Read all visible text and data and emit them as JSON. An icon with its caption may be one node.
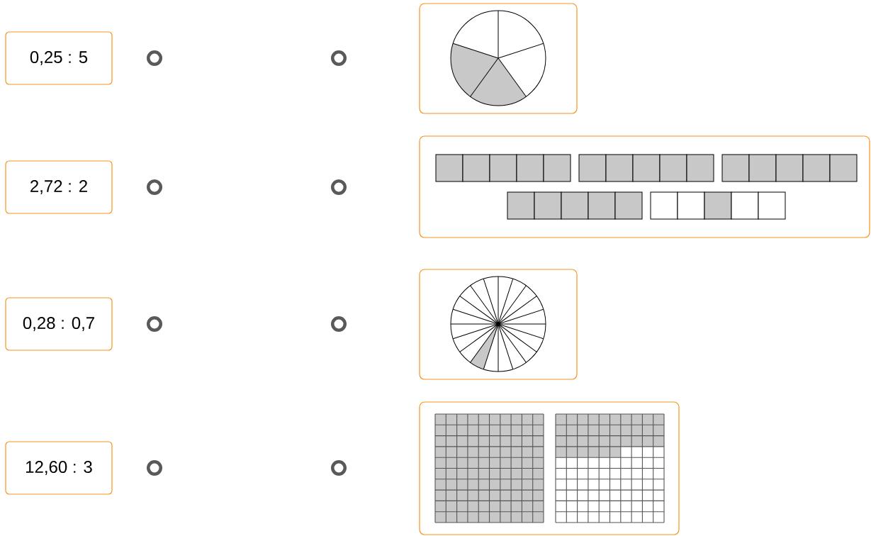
{
  "diagram": {
    "nodes": [
      {
        "text": [
          "0,25 : 5"
        ]
      },
      {
        "text": [],
        "shape": "circle"
      },
      {
        "text": [],
        "shape": "circle"
      },
      {
        "text": [],
        "shape": "box"
      },
      {
        "text": [
          "2,72 : 2"
        ]
      },
      {
        "text": [],
        "shape": "circle"
      },
      {
        "text": [],
        "shape": "circle"
      },
      {
        "text": [],
        "shape": "box"
      },
      {
        "text": [
          "0,28 : 0,7"
        ]
      },
      {
        "text": [],
        "shape": "circle"
      },
      {
        "text": [],
        "shape": "circle"
      },
      {
        "text": [],
        "shape": "box"
      },
      {
        "text": [
          "12,60 : 3"
        ]
      },
      {
        "text": [],
        "shape": "circle"
      },
      {
        "text": [],
        "shape": "circle"
      },
      {
        "text": [],
        "shape": "box"
      }
    ]
  }
}
